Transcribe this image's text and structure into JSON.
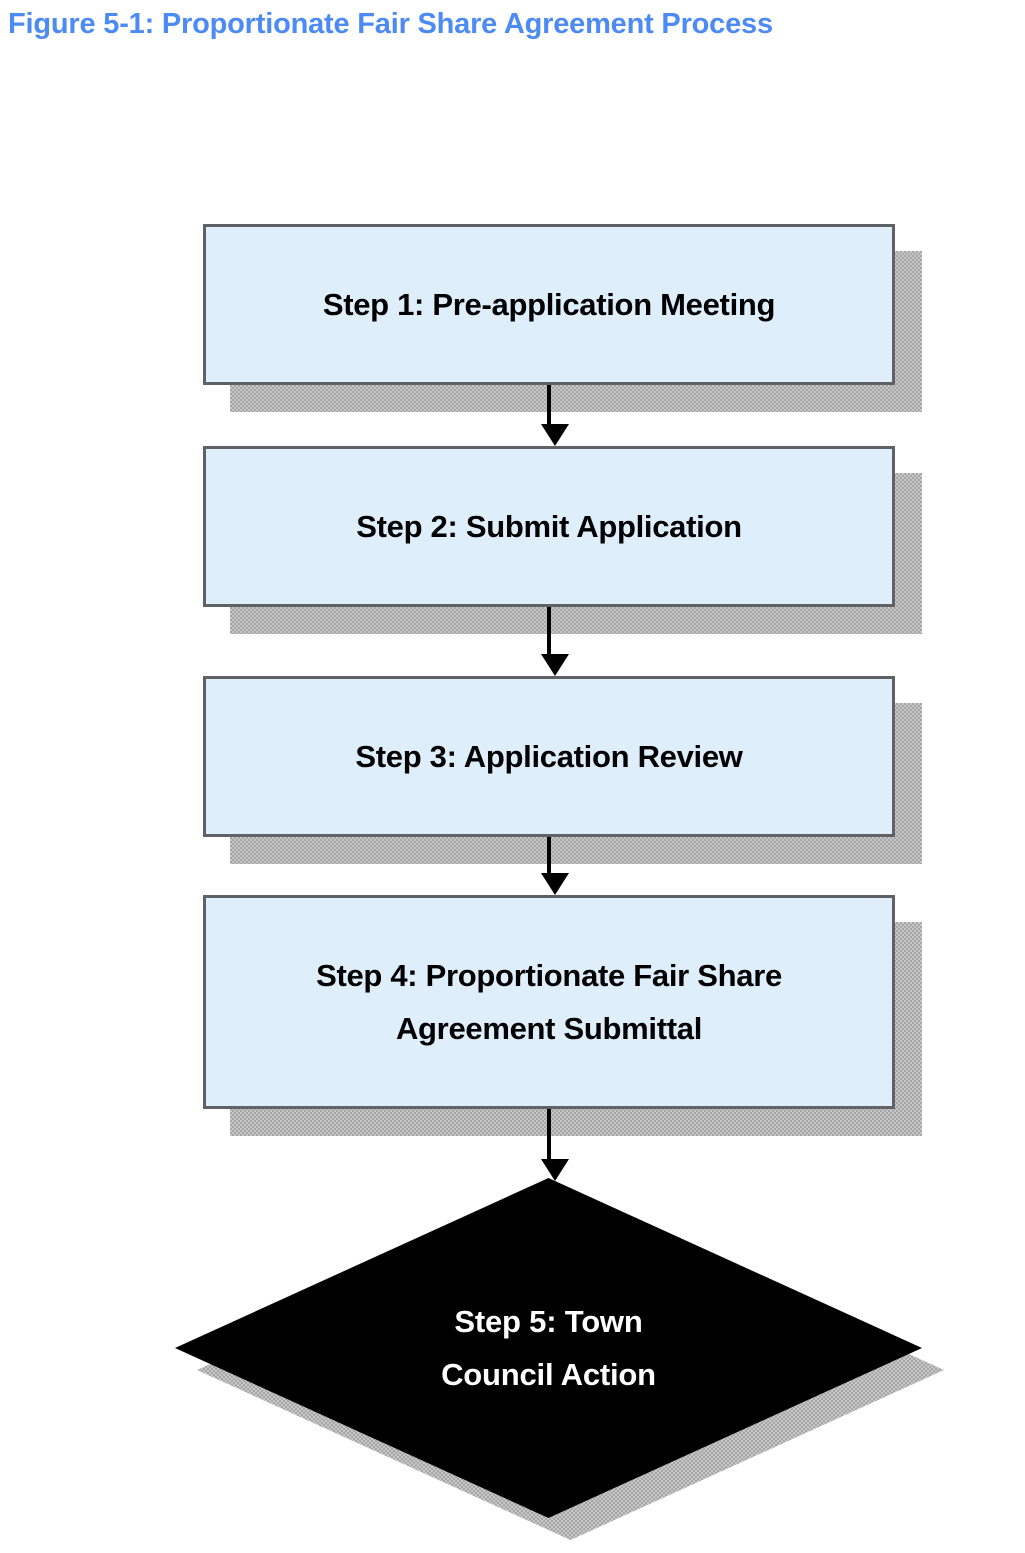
{
  "figure": {
    "title": "Figure 5-1: Proportionate Fair Share Agreement Process",
    "title_color": "#4c8bf5",
    "box_fill_color": "#deeefb",
    "box_border_color": "#5f6165",
    "decision_fill_color": "#000000",
    "decision_text_color": "#ffffff",
    "shadow_color": "#9a9a9a",
    "arrow_color": "#000000"
  },
  "chart_data": {
    "type": "diagram",
    "title": "Figure 5-1: Proportionate Fair Share Agreement Process",
    "orientation": "vertical top-to-bottom",
    "nodes": [
      {
        "id": "step1",
        "shape": "rectangle",
        "label": "Step 1: Pre-application Meeting",
        "lines": [
          "Step 1: Pre-application Meeting"
        ]
      },
      {
        "id": "step2",
        "shape": "rectangle",
        "label": "Step 2: Submit Application",
        "lines": [
          "Step 2: Submit Application"
        ]
      },
      {
        "id": "step3",
        "shape": "rectangle",
        "label": "Step 3: Application Review",
        "lines": [
          "Step 3: Application Review"
        ]
      },
      {
        "id": "step4",
        "shape": "rectangle",
        "label": "Step 4: Proportionate Fair Share Agreement Submittal",
        "lines": [
          "Step 4: Proportionate Fair Share",
          "Agreement Submittal"
        ]
      },
      {
        "id": "step5",
        "shape": "diamond",
        "label": "Step 5: Town Council Action",
        "lines": [
          "Step 5: Town",
          "Council Action"
        ]
      }
    ],
    "edges": [
      {
        "from": "step1",
        "to": "step2",
        "style": "arrow",
        "label": ""
      },
      {
        "from": "step2",
        "to": "step3",
        "style": "arrow",
        "label": ""
      },
      {
        "from": "step3",
        "to": "step4",
        "style": "arrow",
        "label": ""
      },
      {
        "from": "step4",
        "to": "step5",
        "style": "arrow",
        "label": ""
      }
    ]
  },
  "steps": {
    "step1": {
      "line1": "Step 1: Pre-application Meeting"
    },
    "step2": {
      "line1": "Step 2: Submit Application"
    },
    "step3": {
      "line1": "Step 3: Application Review"
    },
    "step4": {
      "line1": "Step 4: Proportionate Fair Share",
      "line2": "Agreement Submittal"
    },
    "step5": {
      "line1": "Step 5: Town",
      "line2": "Council Action"
    }
  }
}
